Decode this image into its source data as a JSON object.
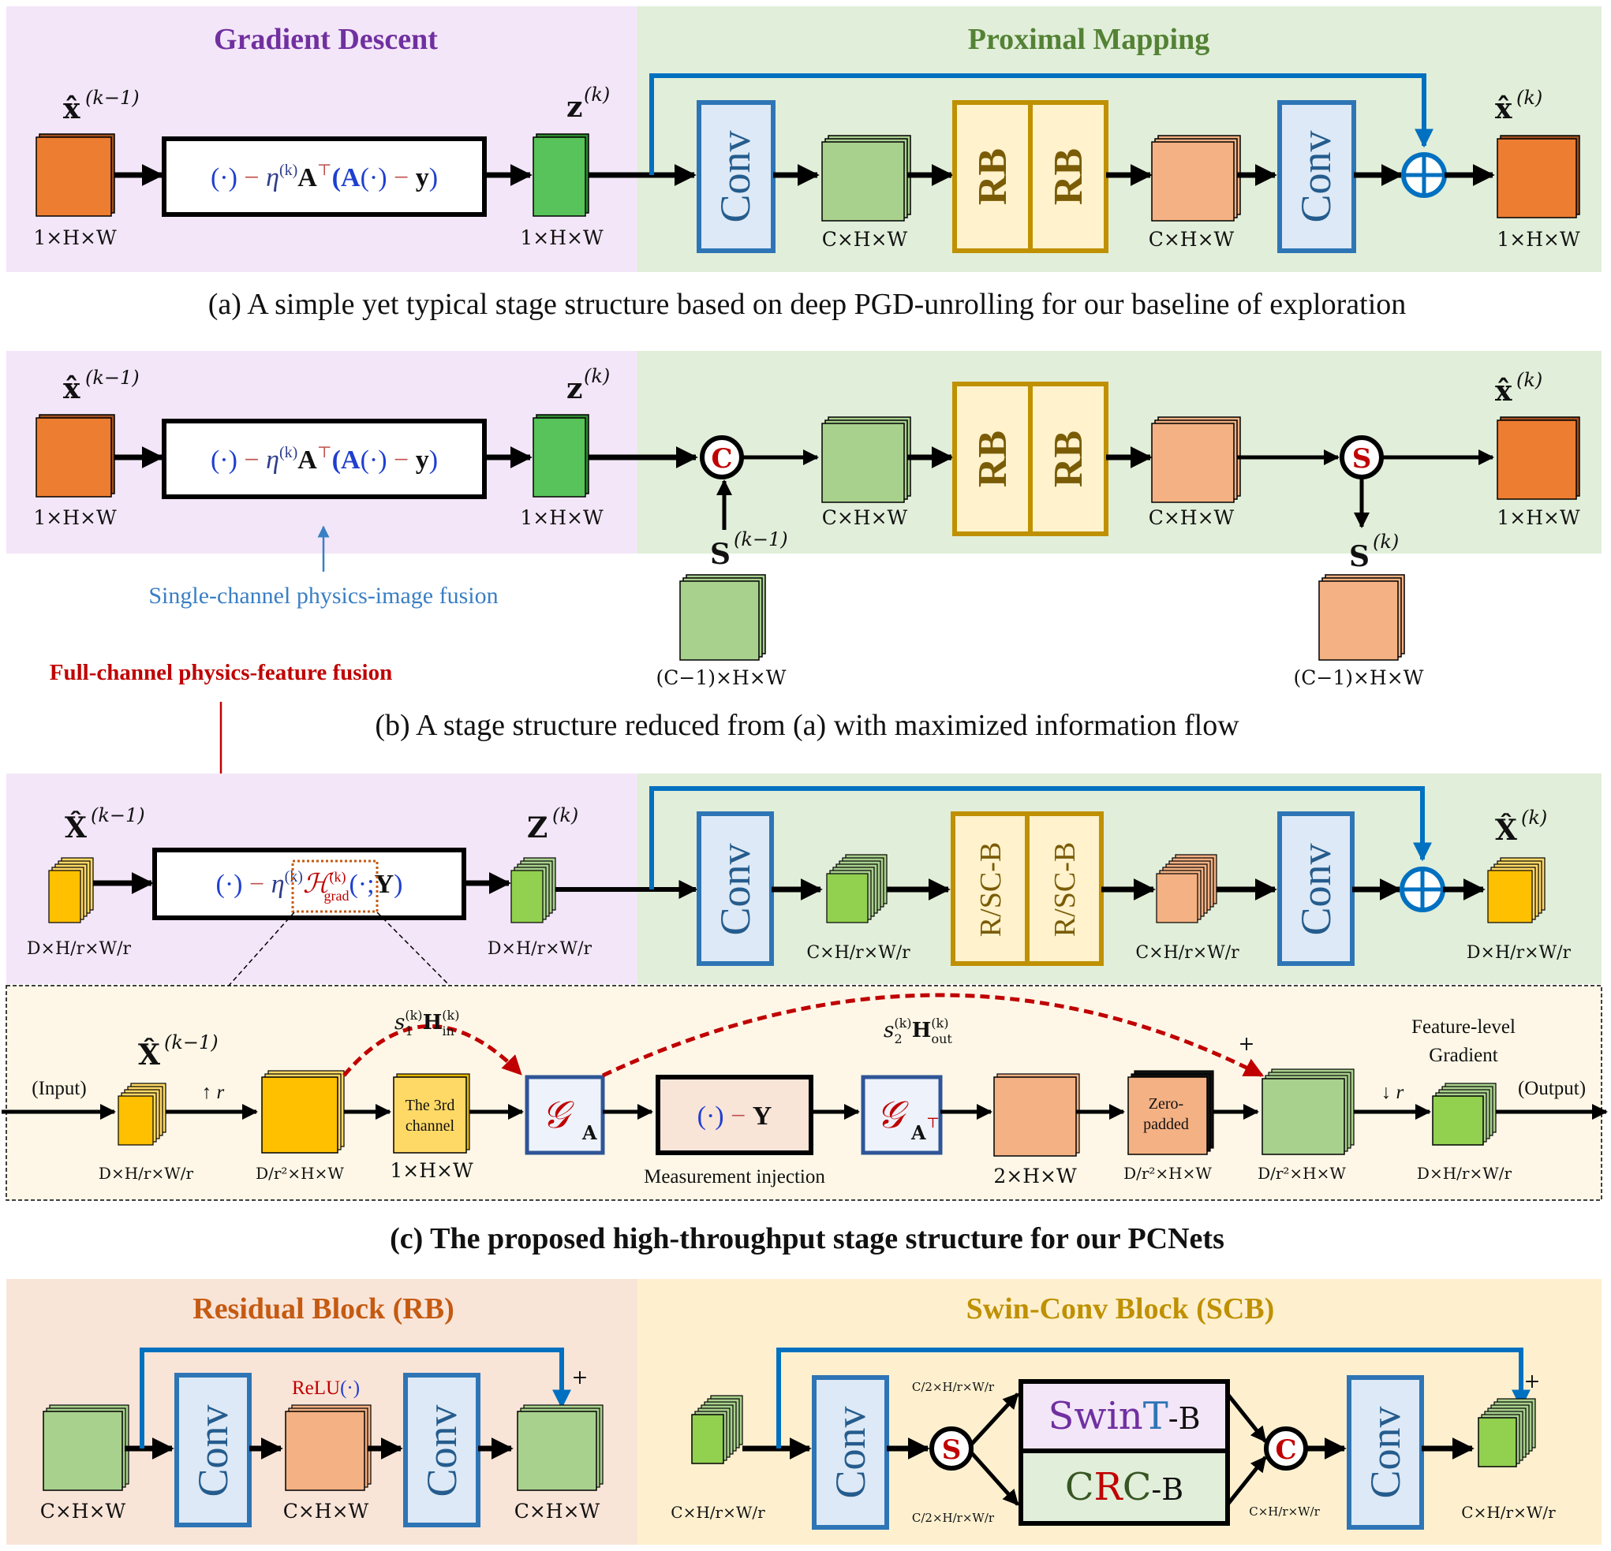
{
  "colors": {
    "gd_bg": "#f3e6f8",
    "pm_bg": "#e1eed9",
    "detail_bg": "#fef7e7",
    "rb_panel_bg": "#f9e4d8",
    "scb_panel_bg": "#fef0cf",
    "gd_title": "#7030a0",
    "pm_title": "#548235",
    "rb_title": "#c55a11",
    "scb_title": "#bf9000",
    "orange": "#ed7d31",
    "green": "#58c35a",
    "light_green": "#a9d18e",
    "lime": "#92d050",
    "salmon": "#f4b183",
    "gold": "#ffc000",
    "light_gold": "#ffd966",
    "conv_fill": "#dde9f6",
    "conv_border": "#2e75b6",
    "rb_fill": "#fff2cc",
    "rb_border": "#bf9000",
    "skip_blue": "#0070c0",
    "red": "#c00000",
    "formula_blue": "#1f3fd0",
    "formula_red": "#c0504d"
  },
  "panel_a": {
    "gd_title": "Gradient Descent",
    "pm_title": "Proximal Mapping",
    "input_var": "x̂",
    "input_sup": "(k−1)",
    "input_dim": "1×H×W",
    "formula": {
      "p1": "(·)",
      "minus": " − ",
      "eta": "η",
      "eta_sup": "(k)",
      "A": "A",
      "T": "⊤",
      "p2": "(A",
      "dot": "(·)",
      "minus2": " − ",
      "y": "y",
      "close": ")"
    },
    "z_var": "z",
    "z_sup": "(k)",
    "z_dim": "1×H×W",
    "conv1": "Conv",
    "feat1_dim": "C×H×W",
    "rb1": "RB",
    "rb2": "RB",
    "feat2_dim": "C×H×W",
    "conv2": "Conv",
    "add_symbol": "⊕",
    "output_var": "x̂",
    "output_sup": "(k)",
    "output_dim": "1×H×W",
    "caption": "(a) A simple yet typical stage structure based on deep PGD-unrolling for our baseline of exploration"
  },
  "panel_b": {
    "input_var": "x̂",
    "input_sup": "(k−1)",
    "input_dim": "1×H×W",
    "z_var": "z",
    "z_sup": "(k)",
    "z_dim": "1×H×W",
    "concat_symbol": "C",
    "s_in_var": "S",
    "s_in_sup": "(k−1)",
    "s_in_dim": "(C−1)×H×W",
    "feat1_dim": "C×H×W",
    "rb1": "RB",
    "rb2": "RB",
    "feat2_dim": "C×H×W",
    "split_symbol": "S",
    "s_out_var": "S",
    "s_out_sup": "(k)",
    "s_out_dim": "(C−1)×H×W",
    "output_var": "x̂",
    "output_sup": "(k)",
    "output_dim": "1×H×W",
    "note_single": "Single-channel physics-image fusion",
    "note_full": "Full-channel physics-feature fusion",
    "caption": "(b) A stage structure reduced from (a) with maximized information flow"
  },
  "panel_c": {
    "input_var": "X̂",
    "input_sup": "(k−1)",
    "input_dim": "D×H/r×W/r",
    "formula": {
      "p1": "(·)",
      "minus": " − ",
      "eta": "η",
      "eta_sup": "(k)",
      "H": "ℋ",
      "H_sup": "(k)",
      "H_sub": "grad",
      "p2": "(·;",
      "Y": "Y",
      "close": ")"
    },
    "z_var": "Z",
    "z_sup": "(k)",
    "z_dim": "D×H/r×W/r",
    "conv1": "Conv",
    "feat1_dim": "C×H/r×W/r",
    "rscb1": "R/SC-B",
    "rscb2": "R/SC-B",
    "feat2_dim": "C×H/r×W/r",
    "conv2": "Conv",
    "output_var": "X̂",
    "output_sup": "(k)",
    "output_dim": "D×H/r×W/r",
    "detail": {
      "input_label": "(Input)",
      "x_var": "X̂",
      "x_sup": "(k−1)",
      "x_dim": "D×H/r×W/r",
      "up_label": "↑ r",
      "up_dim": "D/r²×H×W",
      "third_channel_line1": "The 3rd",
      "third_channel_line2": "channel",
      "third_dim": "1×H×W",
      "skip1_label": "s₁⁽ᵏ⁾ H_in⁽ᵏ⁾",
      "skip1_s": "s",
      "skip1_s_sub": "1",
      "skip1_s_sup": "(k)",
      "skip1_H": "H",
      "skip1_H_sub": "in",
      "skip1_H_sup": "(k)",
      "ga_symbol": "𝒢",
      "ga_sub": "A",
      "meas_p": "(·)",
      "meas_minus": " − ",
      "meas_Y": "Y",
      "meas_label": "Measurement injection",
      "gat_symbol": "𝒢",
      "gat_sub": "A",
      "gat_sup": "⊤",
      "two_dim": "2×H×W",
      "zero_line1": "Zero-",
      "zero_line2": "padded",
      "zero_dim": "D/r²×H×W",
      "skip2_s": "s",
      "skip2_s_sub": "2",
      "skip2_s_sup": "(k)",
      "skip2_H": "H",
      "skip2_H_sub": "out",
      "skip2_H_sup": "(k)",
      "plus": "+",
      "sum_dim": "D/r²×H×W",
      "down_label": "↓ r",
      "out_dim": "D×H/r×W/r",
      "feature_line1": "Feature-level",
      "feature_line2": "Gradient",
      "output_label": "(Output)"
    },
    "caption": "(c) The proposed high-throughput stage structure for our PCNets"
  },
  "panel_d": {
    "rb_title": "Residual Block (RB)",
    "rb_in_dim": "C×H×W",
    "rb_conv1": "Conv",
    "rb_relu": "ReLU",
    "rb_relu_arg": "(·)",
    "rb_mid_dim": "C×H×W",
    "rb_conv2": "Conv",
    "rb_plus": "+",
    "rb_out_dim": "C×H×W",
    "scb_title": "Swin-Conv Block (SCB)",
    "scb_in_dim": "C×H/r×W/r",
    "scb_conv1": "Conv",
    "scb_split": "S",
    "scb_half_dim_top": "C/2×H/r×W/r",
    "scb_half_dim_bottom": "C/2×H/r×W/r",
    "swin_s": "Swin",
    "swin_t": "T",
    "swin_b": "-B",
    "crc_c1": "C",
    "crc_r": "R",
    "crc_c2": "C",
    "crc_b": "-B",
    "scb_concat": "C",
    "scb_cat_dim": "C×H/r×W/r",
    "scb_conv2": "Conv",
    "scb_plus": "+",
    "scb_out_dim": "C×H/r×W/r"
  }
}
